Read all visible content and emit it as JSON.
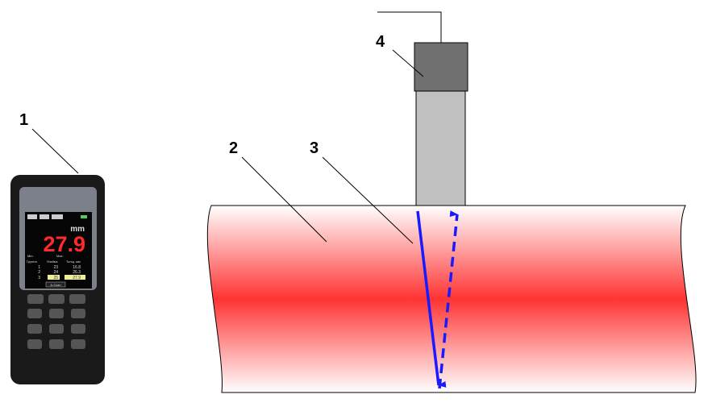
{
  "labels": {
    "device": "1",
    "pipe": "2",
    "beam": "3",
    "probe": "4"
  },
  "device_screen": {
    "unit": "mm",
    "reading": "27.9",
    "min_label": "Min:",
    "max_label": "Max:",
    "col_group": "Группа",
    "col_cell": "Ячейка",
    "col_thickness": "Толщ. мм",
    "rows": [
      {
        "group": "1",
        "cell": "23",
        "thickness": "16.8"
      },
      {
        "group": "2",
        "cell": "24",
        "thickness": "26.3"
      },
      {
        "group": "3",
        "cell": "25",
        "thickness": "27.9"
      }
    ],
    "softkey": "А-Скан"
  },
  "colors": {
    "pipe_center": "#ff3333",
    "beam": "#1a1aff",
    "probe_body": "#c0c0c0",
    "probe_cap": "#707070"
  }
}
